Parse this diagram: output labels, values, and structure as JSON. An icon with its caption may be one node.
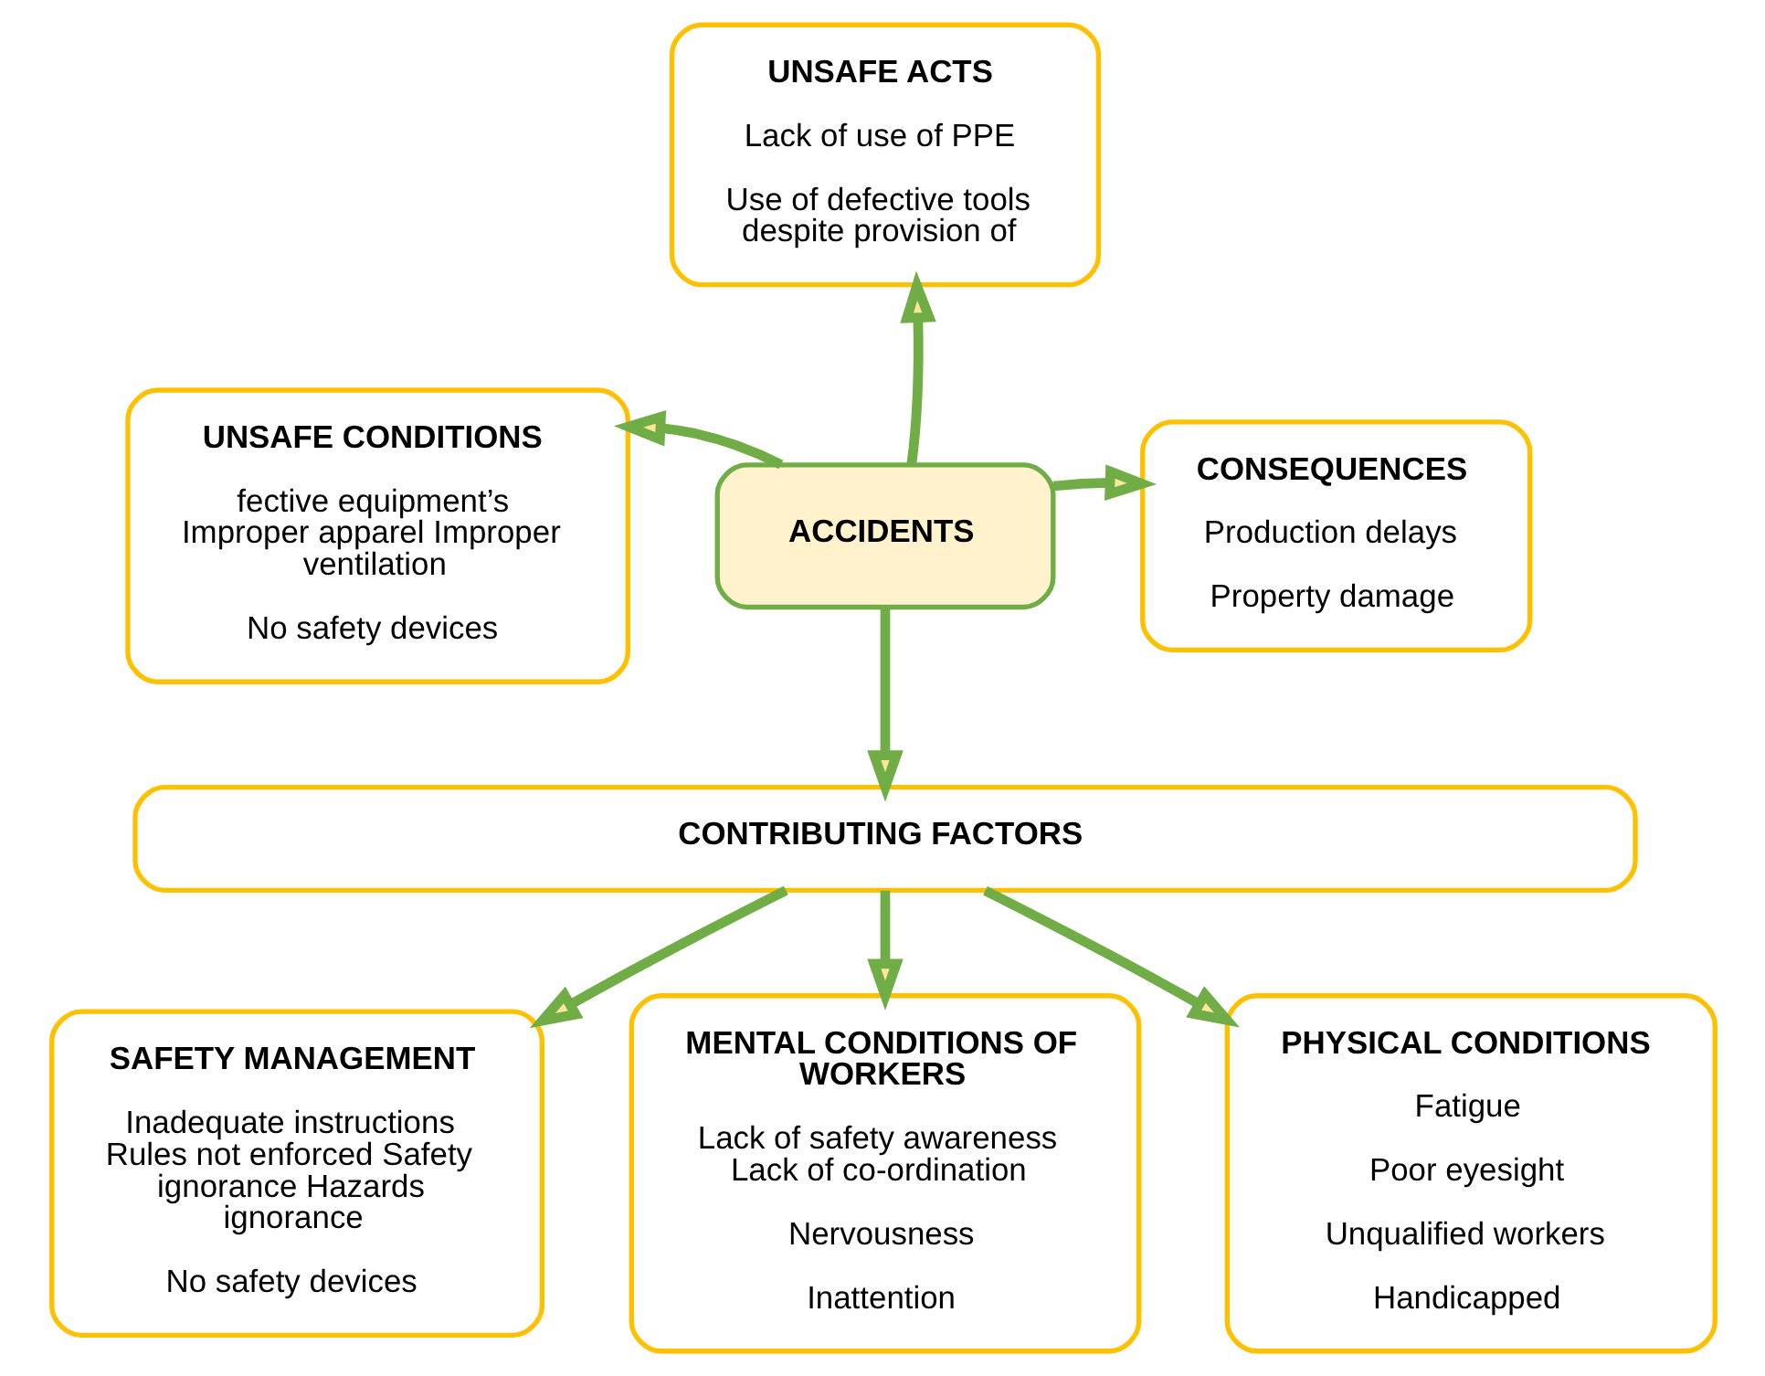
{
  "diagram": {
    "nodes": [
      {
        "text": [
          "UNSAFE ACTS",
          "Lack of use of PPE",
          "Use of defective tools despite provision of"
        ]
      },
      {
        "text": [
          "UNSAFE CONDITIONS",
          "fective equipment’s Improper apparel Improper ventilation",
          "No safety devices"
        ]
      },
      {
        "text": [
          "ACCIDENTS"
        ]
      },
      {
        "text": [
          "CONSEQUENCES",
          "Production delays",
          "Property damage"
        ]
      },
      {
        "text": [
          "CONTRIBUTING FACTORS"
        ]
      },
      {
        "text": [
          "SAFETY MANAGEMENT",
          "Inadequate instructions Rules not enforced Safety ignorance Hazards ignorance",
          "No safety devices"
        ]
      },
      {
        "text": [
          "MENTAL CONDITIONS OF WORKERS",
          "Lack of safety awareness Lack of co-ordination",
          "Nervousness",
          "Inattention"
        ]
      },
      {
        "text": [
          "PHYSICAL CONDITIONS",
          "Fatigue",
          "Poor eyesight",
          "Unqualified workers",
          "Handicapped"
        ]
      }
    ],
    "edges": [
      {
        "from": 2,
        "to": 0,
        "arrow": "to"
      },
      {
        "from": 2,
        "to": 1,
        "arrow": "to"
      },
      {
        "from": 2,
        "to": 3,
        "arrow": "to"
      },
      {
        "from": 2,
        "to": 4,
        "arrow": "to"
      },
      {
        "from": 4,
        "to": 5,
        "arrow": "to"
      },
      {
        "from": 4,
        "to": 6,
        "arrow": "to"
      },
      {
        "from": 4,
        "to": 7,
        "arrow": "to"
      }
    ]
  }
}
